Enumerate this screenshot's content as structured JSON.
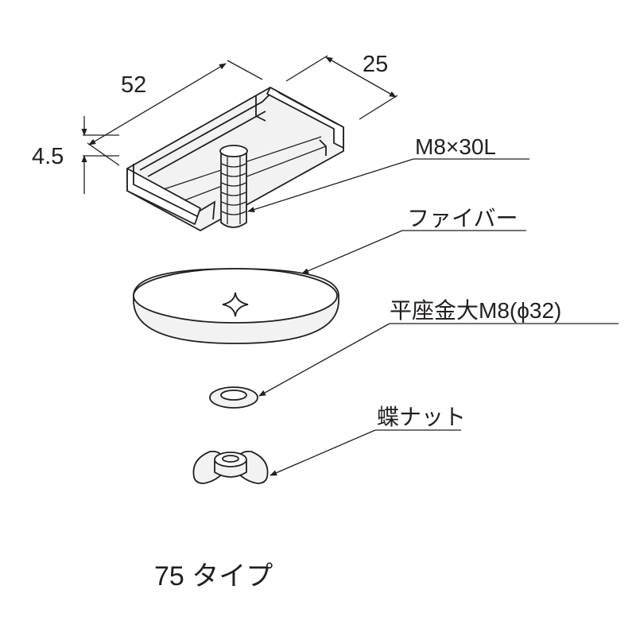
{
  "dimensions": {
    "length": "52",
    "width": "25",
    "height": "4.5"
  },
  "parts": {
    "bolt": "M8×30L",
    "fiber": "ファイバー",
    "washer": "平座金大M8(ϕ32)",
    "wing_nut": "蝶ナット"
  },
  "caption": "75 タイプ",
  "colors": {
    "line": "#231f20",
    "part_fill": "#f2f2f2",
    "background": "#ffffff"
  }
}
